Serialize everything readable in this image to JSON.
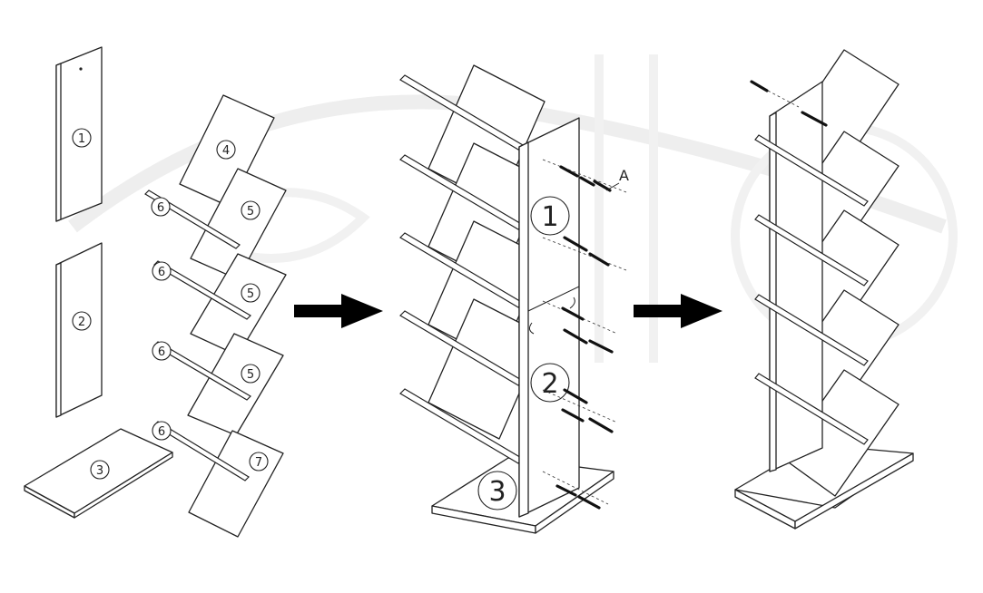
{
  "diagram": {
    "step1": {
      "labels": {
        "p1": "1",
        "p2": "2",
        "p3": "3",
        "p4": "4",
        "p5a": "5",
        "p5b": "5",
        "p5c": "5",
        "p6a": "6",
        "p6b": "6",
        "p6c": "6",
        "p6d": "6",
        "p7": "7"
      }
    },
    "step2": {
      "labels": {
        "p1": "1",
        "p2": "2",
        "p3": "3",
        "screw": "A"
      }
    },
    "arrows": [
      "arrow-right",
      "arrow-right"
    ],
    "colors": {
      "line": "#222222",
      "fill": "#ffffff",
      "arrow": "#000000",
      "watermark": "#eeeeee"
    }
  }
}
